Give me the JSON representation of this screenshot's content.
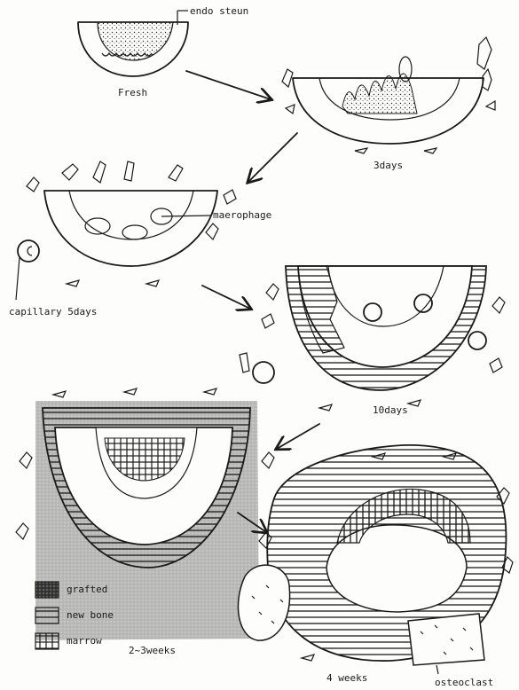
{
  "labels": {
    "endosteum": "endo steun",
    "fresh": "Fresh",
    "day3": "3days",
    "macrophage": "maerophage",
    "capillary": "capillary 5days",
    "day10": "10days",
    "weeks23": "2~3weeks",
    "weeks4": "4 weeks",
    "osteoclast": "osteoclast"
  },
  "legend": {
    "items": [
      {
        "label": "grafted",
        "pattern": "grafted-dense"
      },
      {
        "label": "new bone",
        "pattern": "horizontal-lines"
      },
      {
        "label": "marrow",
        "pattern": "grid-hatch"
      }
    ]
  }
}
